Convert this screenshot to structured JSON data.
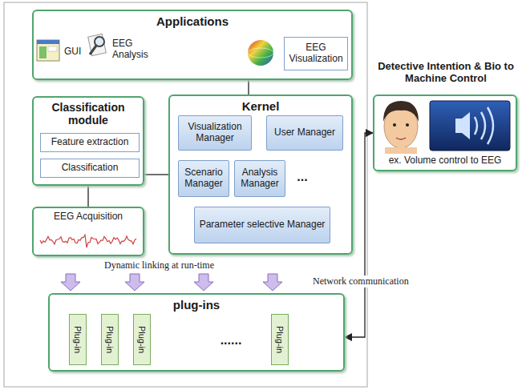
{
  "diagram": {
    "nodes": [
      {
        "text": [
          "Applications",
          "GUI",
          "EEG Analysis"
        ]
      },
      {
        "text": [
          "EEG Visualization"
        ],
        "in": 0
      },
      {
        "text": [
          "Classification module"
        ]
      },
      {
        "text": [
          "Feature extraction"
        ],
        "in": 2
      },
      {
        "text": [
          "Classification"
        ],
        "in": 2
      },
      {
        "text": [
          "EEG Acquisition"
        ]
      },
      {
        "text": [
          "Kernel",
          "..."
        ]
      },
      {
        "text": [
          "Visualization Manager"
        ],
        "in": 6
      },
      {
        "text": [
          "User Manager"
        ],
        "in": 6
      },
      {
        "text": [
          "Scenario Manager"
        ],
        "in": 6
      },
      {
        "text": [
          "Analysis Manager"
        ],
        "in": 6
      },
      {
        "text": [
          "Parameter selective Manager"
        ],
        "in": 6
      },
      {
        "text": [
          "plug-ins",
          "......"
        ]
      },
      {
        "text": [
          "Plug-in"
        ],
        "in": 12
      },
      {
        "text": [
          "Plug-in"
        ],
        "in": 12
      },
      {
        "text": [
          "Plug-in"
        ],
        "in": 12
      },
      {
        "text": [
          "Plug-in"
        ],
        "in": 12
      },
      {
        "text": [
          "Detective Intention & Bio to Machine Control",
          "ex. Volume control to EEG"
        ]
      }
    ],
    "edges": [
      {
        "from": 0,
        "to": 6,
        "arrow": "none"
      },
      {
        "from": 2,
        "to": 6,
        "arrow": "none"
      },
      {
        "from": 2,
        "to": 5,
        "arrow": "none"
      },
      {
        "from": 12,
        "to": 17,
        "arrow": "both"
      }
    ],
    "labels": [
      "Dynamic linking at run-time",
      "Network communication"
    ]
  }
}
